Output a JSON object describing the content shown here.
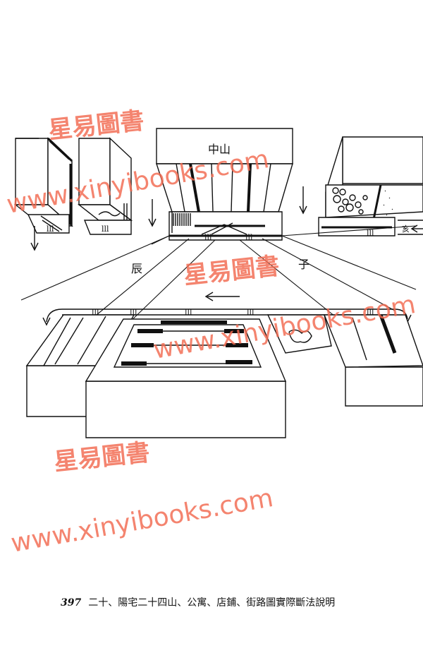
{
  "diagram": {
    "label_mountain": "中山",
    "label_chen": "辰",
    "label_zi": "子",
    "label_hai": "亥"
  },
  "watermarks": [
    {
      "chinese": "星易圖書",
      "url": "www.xinyibooks.com"
    },
    {
      "chinese": "星易圖書",
      "url": "www.xinyibooks.com"
    },
    {
      "chinese": "星易圖書",
      "url": "www.xinyibooks.com"
    }
  ],
  "caption": {
    "page_number": "397",
    "text": "二十、陽宅二十四山、公寓、店鋪、街路圖實際斷法說明"
  }
}
